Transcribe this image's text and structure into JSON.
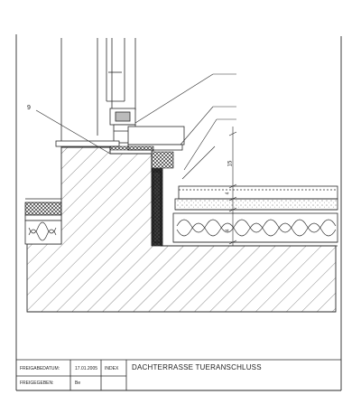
{
  "drawing": {
    "detail_label": "9",
    "dim_1": "15",
    "dim_2": "4",
    "dim_3": "4"
  },
  "title_block": {
    "release_date_label": "FREIGABEDATUM:",
    "release_date_value": "17.01.2005",
    "index_label": "INDEX",
    "title": "DACHTERRASSE TUERANSCHLUSS",
    "released_by_label": "FREIGEGEBEN:",
    "released_by_value": "Be"
  },
  "colors": {
    "line": "#2a2a2a",
    "paper": "#ffffff",
    "dark_fill": "#1e1e1e"
  }
}
